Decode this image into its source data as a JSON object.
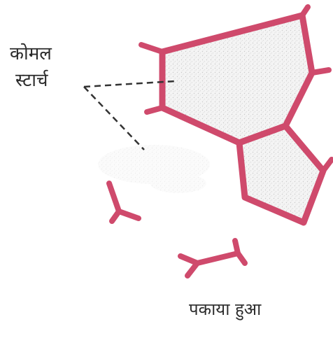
{
  "labels": {
    "starch_line1": "कोमल",
    "starch_line2": "स्टार्च",
    "caption": "पकाया हुआ"
  },
  "colors": {
    "cell_wall": "#cf4a6c",
    "cell_wall_highlight": "#e9a3b6",
    "starch_fill": "#dcdcdc",
    "leader_line": "#333333",
    "text": "#2b2b2b"
  }
}
